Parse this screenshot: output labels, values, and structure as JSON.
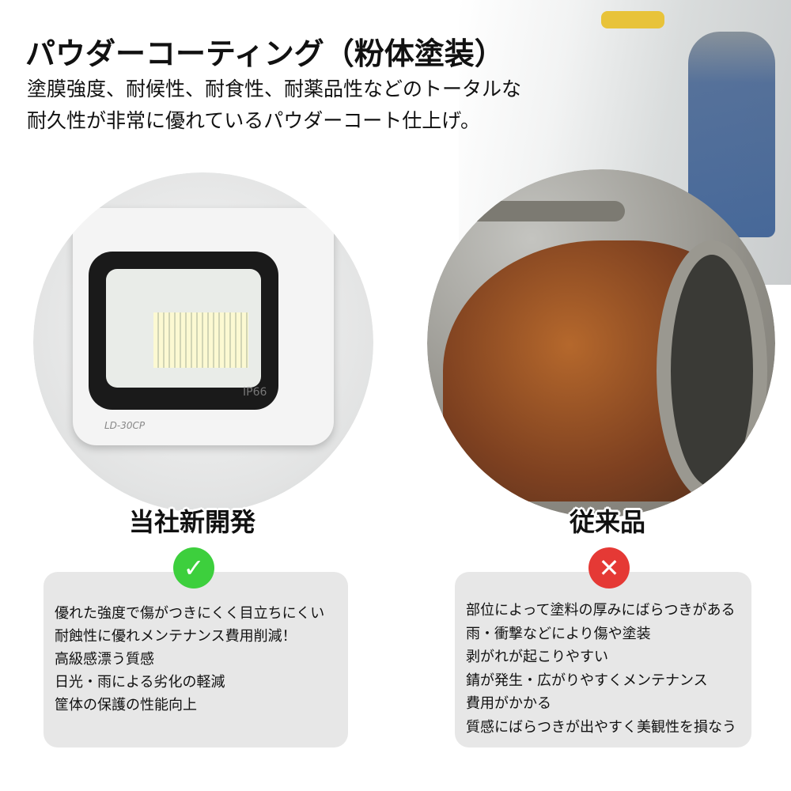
{
  "title": "パウダーコーティング（粉体塗装）",
  "subtitle": [
    "塗膜強度、耐候性、耐食性、耐薬品性などのトータルな",
    "耐久性が非常に優れているパウダーコート仕上げ。"
  ],
  "left": {
    "label": "当社新開発",
    "badge": "✓",
    "badge_color": "#3dcf3d",
    "product_ip": "IP66",
    "product_model": "LD-30CP",
    "points": [
      "優れた強度で傷がつきにくく目立ちにくい",
      "耐蝕性に優れメンテナンス費用削減！",
      "高級感漂う質感",
      "日光・雨による劣化の軽減",
      "筐体の保護の性能向上"
    ]
  },
  "right": {
    "label": "従来品",
    "badge": "✕",
    "badge_color": "#e53935",
    "points": [
      "部位によって塗料の厚みにばらつきがある",
      "雨・衝撃などにより傷や塗装",
      "剥がれが起こりやすい",
      "錆が発生・広がりやすくメンテナンス",
      "費用がかかる",
      "質感にばらつきが出やすく美観性を損なう"
    ]
  }
}
